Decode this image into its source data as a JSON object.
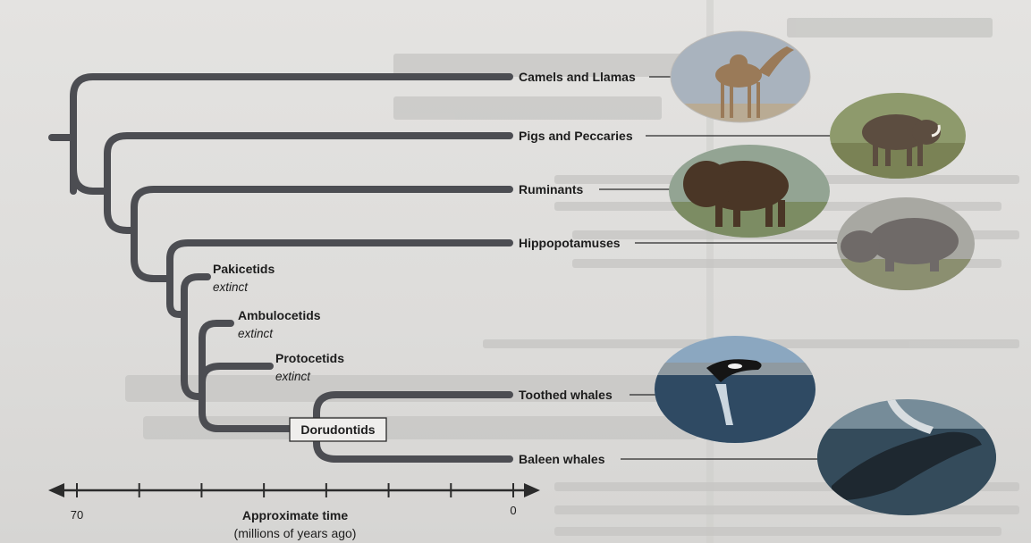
{
  "taxa": [
    {
      "id": "camels",
      "label": "Camels and Llamas",
      "extinct": false
    },
    {
      "id": "pigs",
      "label": "Pigs and Peccaries",
      "extinct": false
    },
    {
      "id": "ruminants",
      "label": "Ruminants",
      "extinct": false
    },
    {
      "id": "hippos",
      "label": "Hippopotamuses",
      "extinct": false
    },
    {
      "id": "pakicetids",
      "label": "Pakicetids",
      "extinct": true
    },
    {
      "id": "ambulocetids",
      "label": "Ambulocetids",
      "extinct": true
    },
    {
      "id": "protocetids",
      "label": "Protocetids",
      "extinct": true
    },
    {
      "id": "toothed",
      "label": "Toothed whales",
      "extinct": false
    },
    {
      "id": "baleen",
      "label": "Baleen whales",
      "extinct": false
    }
  ],
  "extinct_label": "extinct",
  "boxed_node": {
    "label": "Dorudontids"
  },
  "axis": {
    "title": "Approximate time",
    "subtitle": "(millions of years ago)",
    "tick_left": "70",
    "tick_right": "0",
    "major_ticks_count": 8
  },
  "photos": [
    {
      "name": "camel-photo",
      "sky": "#a7b2bd",
      "ground": "#b9a98f"
    },
    {
      "name": "warthog-photo",
      "sky": "#8f9a6e",
      "ground": "#7c8357"
    },
    {
      "name": "bison-photo",
      "sky": "#8ea08f",
      "ground": "#7a8b63"
    },
    {
      "name": "hippo-photo",
      "sky": "#a6a6a0",
      "ground": "#8a8e6f"
    },
    {
      "name": "orca-photo",
      "sky": "#8aa6bf",
      "ground": "#2f4a63"
    },
    {
      "name": "humpback-photo",
      "sky": "#768c99",
      "ground": "#334a5a"
    }
  ],
  "colors": {
    "branch": "#4c4d52",
    "line": "#2b2b2b"
  }
}
